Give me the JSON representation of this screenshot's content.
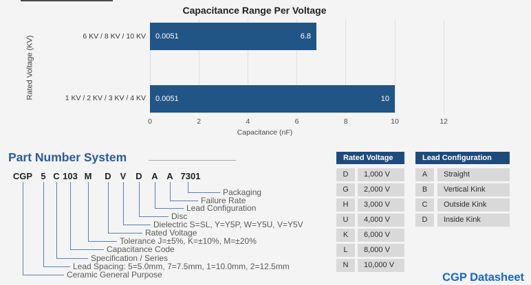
{
  "colors": {
    "bar": "#215586",
    "table_header_bg": "#1f4b7c",
    "table_row_bg": "#d9d9d9",
    "heading_blue": "#2b5aa0",
    "datasheet_blue": "#1565d0",
    "connector_blue": "#5a7fae"
  },
  "chart_data": {
    "type": "bar",
    "orientation": "horizontal",
    "title": "Capacitance Range Per Voltage",
    "xlabel": "Capacitance (nF)",
    "ylabel": "Rated Voltage  (KV)",
    "categories": [
      "6 KV / 8 KV / 10 KV",
      "1 KV / 2 KV / 3 KV / 4 KV"
    ],
    "bars": [
      {
        "category": "6 KV / 8 KV / 10 KV",
        "min_value": 0.0051,
        "max_value": 6.8,
        "min_label": "0.0051",
        "max_label": "6.8"
      },
      {
        "category": "1 KV / 2 KV / 3 KV / 4 KV",
        "min_value": 0.0051,
        "max_value": 10,
        "min_label": "0.0051",
        "max_label": "10"
      }
    ],
    "xticks": [
      0,
      2,
      4,
      6,
      8,
      10,
      12
    ],
    "xlim": [
      0,
      12.4
    ],
    "grid": "vertical-light-gray",
    "legend": "none"
  },
  "part_number_system": {
    "heading": "Part Number System",
    "code_segments": [
      "CGP",
      "5",
      "C",
      "103",
      "M",
      "D",
      "V",
      "D",
      "A",
      "A",
      "7301"
    ],
    "legend": [
      {
        "segment": "7301",
        "label": "Packaging"
      },
      {
        "segment": "A",
        "label": "Failure Rate"
      },
      {
        "segment": "A",
        "label": "Lead Configuration"
      },
      {
        "segment": "D",
        "label": "Disc"
      },
      {
        "segment": "V",
        "label": "Dielectric S=SL, Y=Y5P, W=Y5U, V=Y5V"
      },
      {
        "segment": "D",
        "label": "Rated Voltage"
      },
      {
        "segment": "M",
        "label": "Tolerance J=±5%, K=±10%, M=±20%"
      },
      {
        "segment": "103",
        "label": "Capacitance Code"
      },
      {
        "segment": "C",
        "label": "Specification / Series"
      },
      {
        "segment": "5",
        "label": "Lead Spacing: 5=5.0mm, 7=7.5mm, 1=10.0mm, 2=12.5mm"
      },
      {
        "segment": "CGP",
        "label": "Ceramic General Purpose"
      }
    ]
  },
  "rated_voltage_table": {
    "header": "Rated Voltage",
    "rows": [
      [
        "D",
        "1,000 V"
      ],
      [
        "G",
        "2,000 V"
      ],
      [
        "H",
        "3,000 V"
      ],
      [
        "U",
        "4,000 V"
      ],
      [
        "K",
        "6,000 V"
      ],
      [
        "L",
        "8,000 V"
      ],
      [
        "N",
        "10,000 V"
      ]
    ]
  },
  "lead_configuration_table": {
    "header": "Lead Configuration",
    "rows": [
      [
        "A",
        "Straight"
      ],
      [
        "B",
        "Vertical Kink"
      ],
      [
        "C",
        "Outside Kink"
      ],
      [
        "D",
        "Inside Kink"
      ]
    ]
  },
  "footer": {
    "datasheet_label": "CGP Datasheet"
  }
}
